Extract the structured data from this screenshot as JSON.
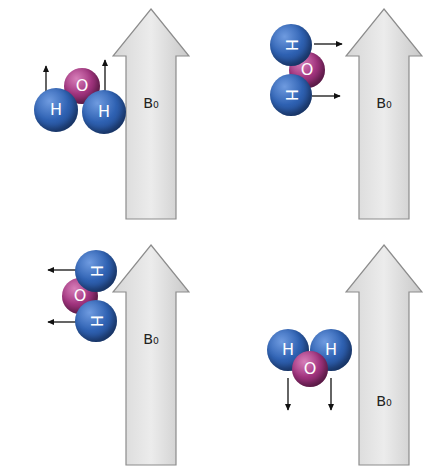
{
  "diagram": {
    "nodes": [
      {
        "text": [
          "O"
        ]
      },
      {
        "text": [
          "H"
        ]
      },
      {
        "text": [
          "H"
        ]
      },
      {
        "text": [
          "B₀"
        ]
      },
      {
        "text": [
          "H"
        ]
      },
      {
        "text": [
          "O"
        ]
      },
      {
        "text": [
          "H"
        ]
      },
      {
        "text": [
          "B₀"
        ]
      },
      {
        "text": [
          "H"
        ]
      },
      {
        "text": [
          "O"
        ]
      },
      {
        "text": [
          "H"
        ]
      },
      {
        "text": [
          "B₀"
        ]
      },
      {
        "text": [
          "H"
        ]
      },
      {
        "text": [
          "H"
        ]
      },
      {
        "text": [
          "O"
        ]
      },
      {
        "text": [
          "B₀"
        ]
      }
    ]
  }
}
